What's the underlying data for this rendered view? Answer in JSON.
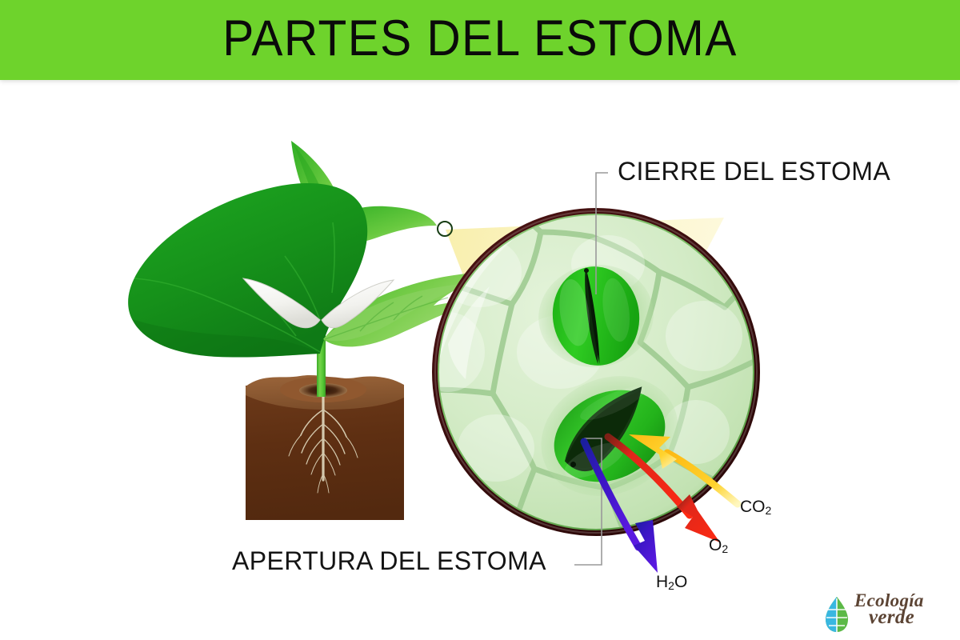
{
  "banner": {
    "title": "PARTES DEL ESTOMA",
    "background_color": "#6ed32c",
    "text_color": "#0a0a0a"
  },
  "labels": {
    "closed_stoma": "CIERRE DEL ESTOMA",
    "open_stoma": "APERTURA DEL ESTOMA"
  },
  "gases": {
    "co2": {
      "formula": "CO",
      "subscript": "2",
      "arrow_color": "#ffc61a",
      "direction": "in"
    },
    "o2": {
      "formula": "O",
      "subscript": "2",
      "arrow_color": "#e81b14",
      "direction": "out"
    },
    "h2o": {
      "prefix": "H",
      "subscript": "2",
      "suffix": "O",
      "arrow_color": "#3b13b8",
      "direction": "out"
    }
  },
  "diagram": {
    "leaf_colors": {
      "dark_leaf": "#169b18",
      "light_leaf": "#57c134",
      "stem": "#5fd135"
    },
    "soil_colors": {
      "top": "#8c5a33",
      "body": "#5b2f15"
    },
    "magnifier": {
      "ring_color": "#3d0d0d",
      "inner_ring_color": "#66b552",
      "cell_fill": "#cfe8c4",
      "cell_wall": "#9fcb92",
      "cone_color": "#fbf3bd"
    },
    "closed_stoma": {
      "guard_cell_color": "#2bbd1e",
      "pore_color": "#132b10"
    },
    "open_stoma": {
      "guard_cell_color": "#22b81b",
      "pore_color": "#0d2c0a"
    },
    "leader_line_color": "#9a9a9a"
  },
  "logo": {
    "line1": "Ecología",
    "line2": "verde",
    "text_color": "#5c4434",
    "mark_colors": {
      "blue": "#39b7e0",
      "green": "#5cb947"
    }
  }
}
